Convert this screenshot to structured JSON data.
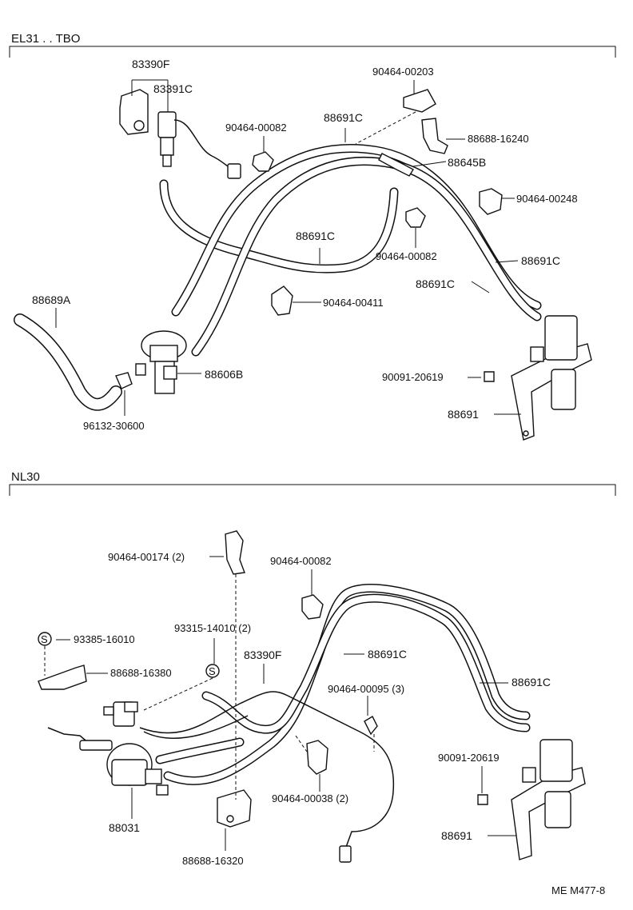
{
  "sections": [
    {
      "title": "EL31 . . TBO"
    },
    {
      "title": "NL30"
    }
  ],
  "labels_top": {
    "p83390F": "83390F",
    "p83391C": "83391C",
    "p90464_00082_a": "90464-00082",
    "p88691C_a": "88691C",
    "p90464_00203": "90464-00203",
    "p88688_16240": "88688-16240",
    "p88645B": "88645B",
    "p90464_00248": "90464-00248",
    "p88691C_b": "88691C",
    "p90464_00082_b": "90464-00082",
    "p88691C_c": "88691C",
    "p88691C_d": "88691C",
    "p88689A": "88689A",
    "p90464_00411": "90464-00411",
    "p88606B": "88606B",
    "p90091_20619_a": "90091-20619",
    "p96132_30600": "96132-30600",
    "p88691_a": "88691"
  },
  "labels_bottom": {
    "p90464_00174": "90464-00174 (2)",
    "p90464_00082_c": "90464-00082",
    "p93385_16010": "93385-16010",
    "p93315_14010": "93315-14010 (2)",
    "p83390F_b": "83390F",
    "p88691C_e": "88691C",
    "p88688_16380": "88688-16380",
    "p90464_00095": "90464-00095 (3)",
    "p88691C_f": "88691C",
    "p90091_20619_b": "90091-20619",
    "p90464_00038": "90464-00038 (2)",
    "p88031": "88031",
    "p88688_16320": "88688-16320",
    "p88691_b": "88691",
    "s_mark_1": "S",
    "s_mark_2": "S"
  },
  "footer": {
    "code": "ME M477-8"
  }
}
